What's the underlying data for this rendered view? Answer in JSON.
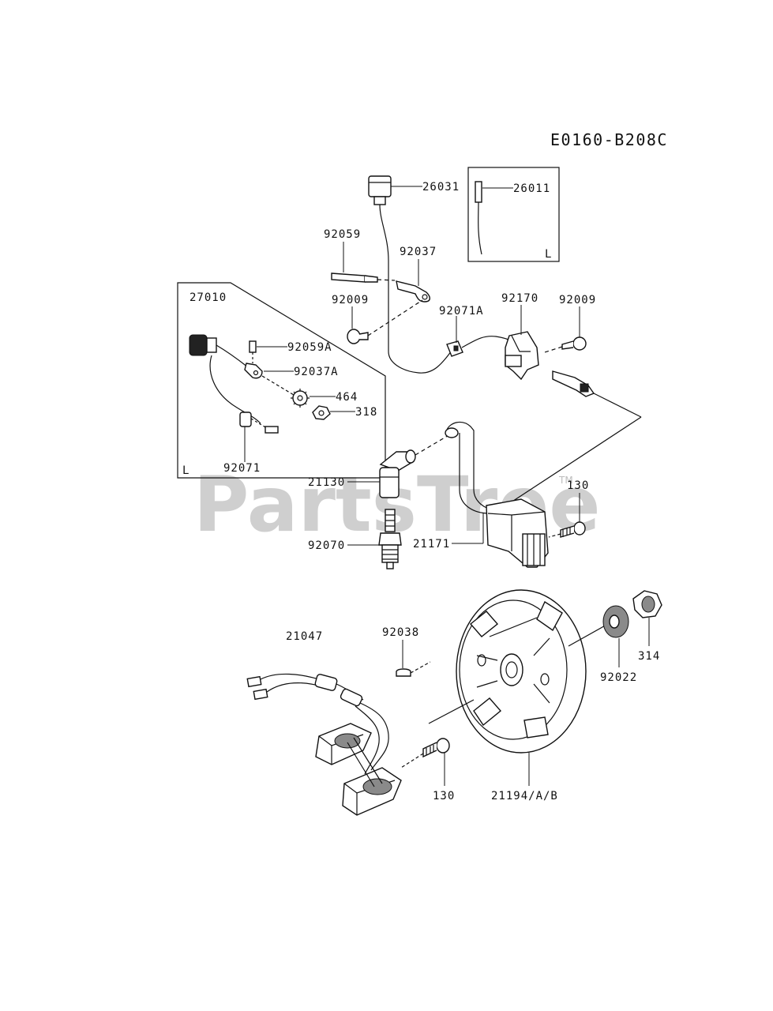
{
  "diagram_code": "E0160-B208C",
  "watermark": "PartsTree",
  "watermark_tm": "TM",
  "inset_marker": "L",
  "parts": {
    "p26031": "26031",
    "p26011": "26011",
    "p92059": "92059",
    "p92037": "92037",
    "p27010": "27010",
    "p92009a": "92009",
    "p92071A": "92071A",
    "p92170": "92170",
    "p92009b": "92009",
    "p92059A": "92059A",
    "p92037A": "92037A",
    "p464": "464",
    "p318": "318",
    "p92071": "92071",
    "p21130": "21130",
    "p130a": "130",
    "p92070": "92070",
    "p21171": "21171",
    "p21047": "21047",
    "p92038": "92038",
    "p92022": "92022",
    "p314": "314",
    "p130b": "130",
    "p21194": "21194/A/B"
  }
}
